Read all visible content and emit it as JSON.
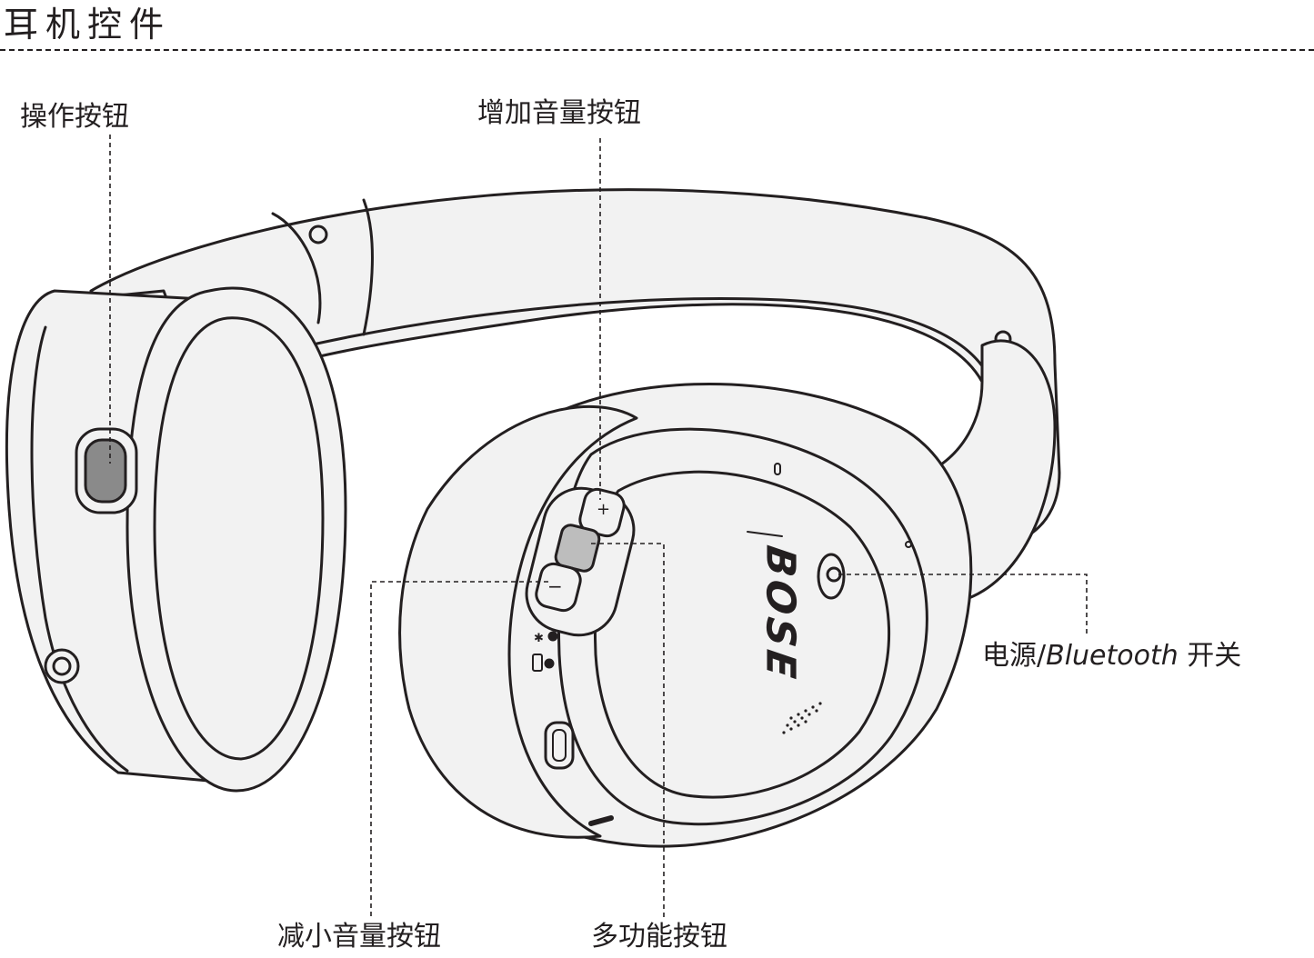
{
  "page": {
    "title": "耳机控件"
  },
  "callouts": {
    "action_button": "操作按钮",
    "volume_up": "增加音量按钮",
    "volume_down": "减小音量按钮",
    "multifunction": "多功能按钮",
    "power_bluetooth_prefix": "电源/",
    "power_bluetooth_em": "Bluetooth",
    "power_bluetooth_suffix": " 开关"
  },
  "illustration": {
    "brand_logo": "BOSE",
    "volume_up_glyph": "+",
    "volume_down_glyph": "−",
    "bluetooth_glyph": "✱"
  },
  "colors": {
    "line": "#231f20",
    "fill": "#f2f2f2",
    "button": "#8a8a8a"
  }
}
